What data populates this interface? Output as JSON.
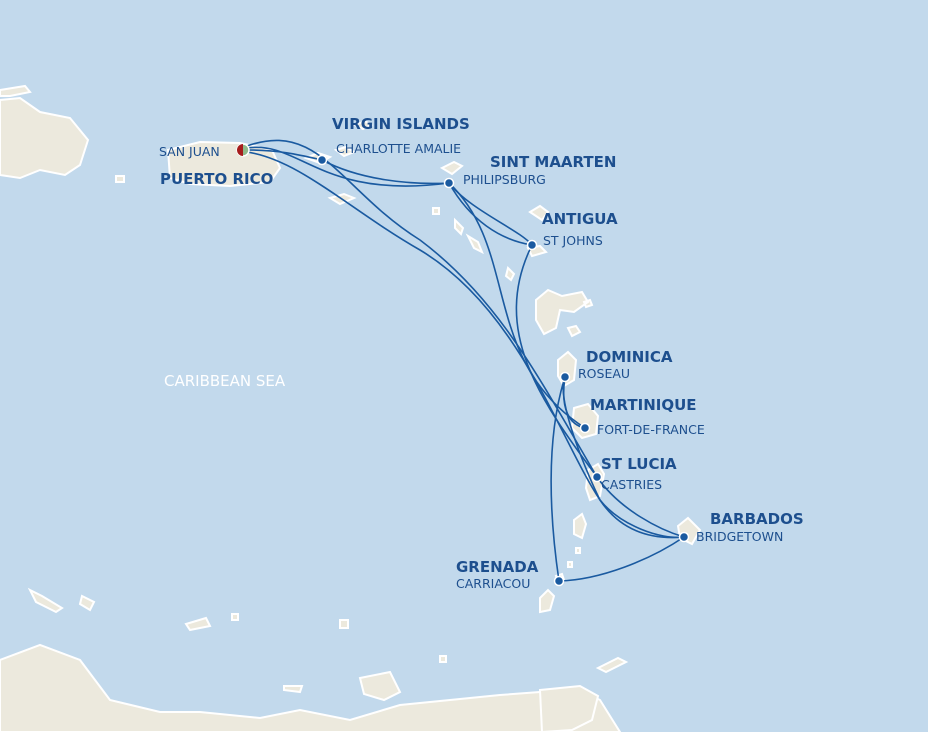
{
  "map": {
    "sea_label": "CARIBBEAN SEA",
    "colors": {
      "sea": "#c2d9ec",
      "land": "#ece9dd",
      "route": "#1a5aa0",
      "text": "#1d4f8e"
    },
    "regions": [
      {
        "name": "PUERTO RICO"
      },
      {
        "name": "VIRGIN ISLANDS"
      },
      {
        "name": "SINT MAARTEN"
      },
      {
        "name": "ANTIGUA"
      },
      {
        "name": "DOMINICA"
      },
      {
        "name": "MARTINIQUE"
      },
      {
        "name": "ST LUCIA"
      },
      {
        "name": "BARBADOS"
      },
      {
        "name": "GRENADA"
      }
    ],
    "ports": [
      {
        "name": "SAN JUAN",
        "type": "start"
      },
      {
        "name": "CHARLOTTE AMALIE"
      },
      {
        "name": "PHILIPSBURG"
      },
      {
        "name": "ST JOHNS"
      },
      {
        "name": "ROSEAU"
      },
      {
        "name": "FORT-DE-FRANCE"
      },
      {
        "name": "CASTRIES"
      },
      {
        "name": "BRIDGETOWN"
      },
      {
        "name": "CARRIACOU"
      }
    ]
  }
}
